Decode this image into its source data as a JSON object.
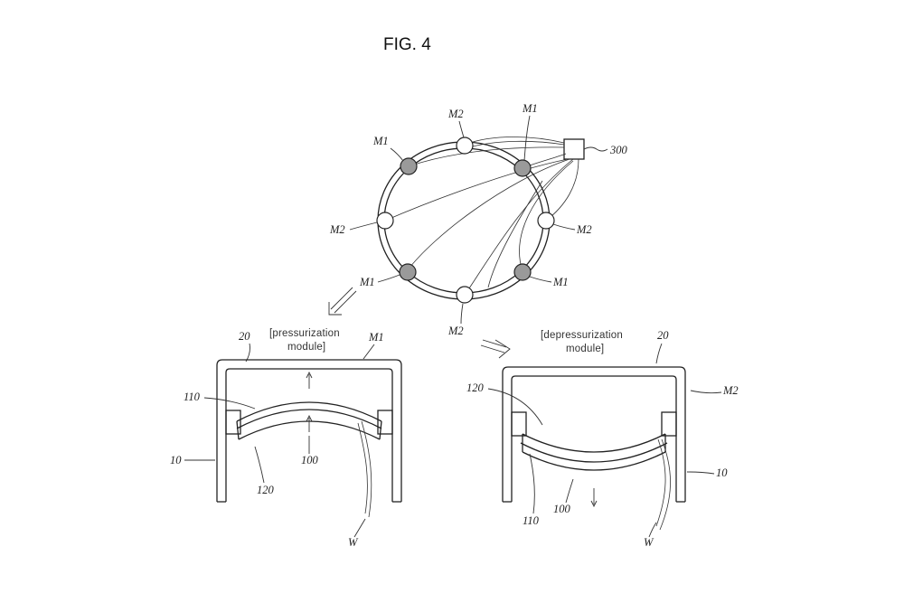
{
  "figure": {
    "title": "FIG. 4"
  },
  "colors": {
    "line": "#222222",
    "m1_fill": "#9a9a9a",
    "m2_fill": "#ffffff",
    "background": "#ffffff"
  },
  "ring_diagram": {
    "controller_label": "300",
    "module_labels": [
      {
        "text": "M2"
      },
      {
        "text": "M1"
      },
      {
        "text": "M1"
      },
      {
        "text": "M2"
      },
      {
        "text": "M2"
      },
      {
        "text": "M1"
      },
      {
        "text": "M1"
      },
      {
        "text": "M2"
      }
    ]
  },
  "left_module": {
    "caption_line1": "[pressurization",
    "caption_line2": "module]",
    "labels": {
      "housing": "20",
      "module": "M1",
      "part110": "110",
      "part10": "10",
      "part120": "120",
      "part100": "100",
      "wire": "W"
    }
  },
  "right_module": {
    "caption_line1": "[depressurization",
    "caption_line2": "module]",
    "labels": {
      "housing": "20",
      "module": "M2",
      "part120": "120",
      "part10": "10",
      "part110": "110",
      "part100": "100",
      "wire": "W"
    }
  }
}
